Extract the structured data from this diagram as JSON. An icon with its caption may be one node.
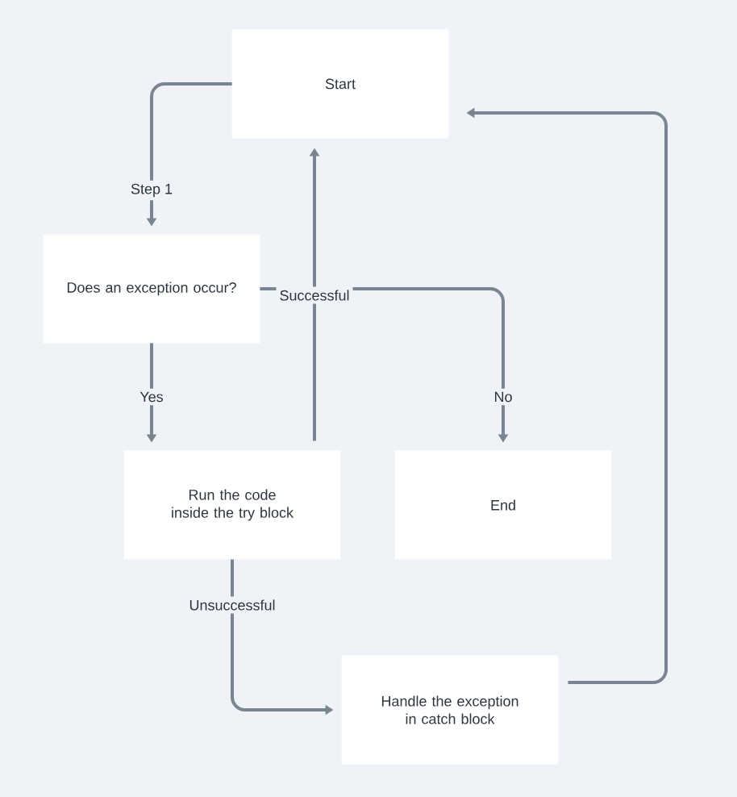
{
  "diagram": {
    "nodes": [
      {
        "text": [
          "Start"
        ]
      },
      {
        "text": [
          "Does an exception occur?"
        ]
      },
      {
        "text": [
          "Run the code inside the try block"
        ]
      },
      {
        "text": [
          "End"
        ]
      },
      {
        "text": [
          "Handle the exception in catch block"
        ]
      }
    ],
    "edges": [
      {
        "from": 0,
        "to": 1,
        "arrow": "to",
        "label": "Step 1"
      },
      {
        "from": 1,
        "to": 2,
        "arrow": "to",
        "label": "Yes"
      },
      {
        "from": 2,
        "to": 0,
        "arrow": "to",
        "label": "Successful"
      },
      {
        "from": 1,
        "to": 3,
        "arrow": "to",
        "label": "No"
      },
      {
        "from": 2,
        "to": 4,
        "arrow": "to",
        "label": "Unsuccessful"
      },
      {
        "from": 4,
        "to": 0,
        "arrow": "to"
      }
    ]
  }
}
